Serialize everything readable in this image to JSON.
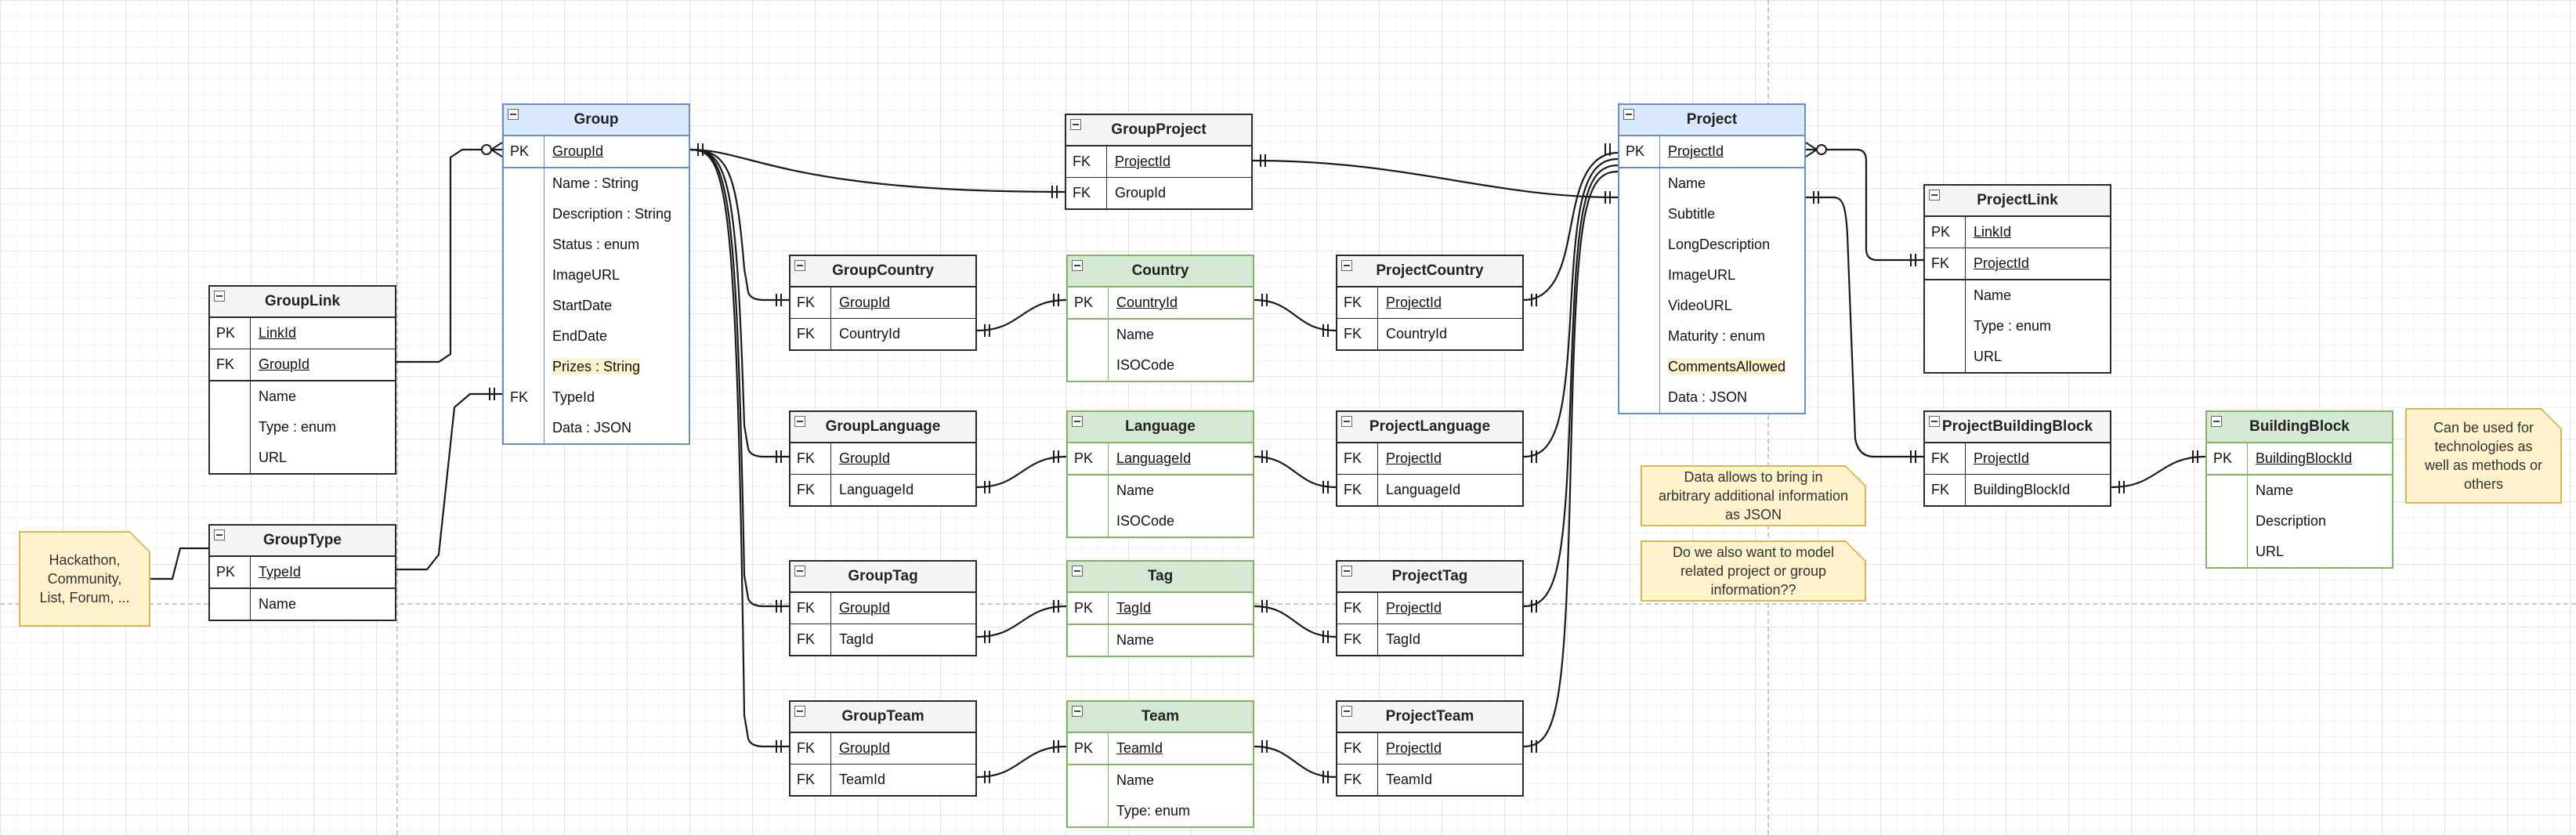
{
  "diagram": {
    "entities": {
      "group": {
        "title": "Group",
        "fields": [
          {
            "key": "PK",
            "name": "GroupId"
          },
          {
            "key": "",
            "name": "Name : String"
          },
          {
            "key": "",
            "name": "Description : String"
          },
          {
            "key": "",
            "name": "Status : enum"
          },
          {
            "key": "",
            "name": "ImageURL"
          },
          {
            "key": "",
            "name": "StartDate"
          },
          {
            "key": "",
            "name": "EndDate"
          },
          {
            "key": "",
            "name": "Prizes : String"
          },
          {
            "key": "FK",
            "name": "TypeId"
          },
          {
            "key": "",
            "name": "Data : JSON"
          }
        ]
      },
      "group_link": {
        "title": "GroupLink",
        "fields": [
          {
            "key": "PK",
            "name": "LinkId"
          },
          {
            "key": "FK",
            "name": "GroupId"
          },
          {
            "key": "",
            "name": "Name"
          },
          {
            "key": "",
            "name": "Type : enum"
          },
          {
            "key": "",
            "name": "URL"
          }
        ]
      },
      "group_type": {
        "title": "GroupType",
        "fields": [
          {
            "key": "PK",
            "name": "TypeId"
          },
          {
            "key": "",
            "name": "Name"
          }
        ]
      },
      "group_project": {
        "title": "GroupProject",
        "fields": [
          {
            "key": "FK",
            "name": "ProjectId"
          },
          {
            "key": "FK",
            "name": "GroupId"
          }
        ]
      },
      "group_country": {
        "title": "GroupCountry",
        "fields": [
          {
            "key": "FK",
            "name": "GroupId"
          },
          {
            "key": "FK",
            "name": "CountryId"
          }
        ]
      },
      "country": {
        "title": "Country",
        "fields": [
          {
            "key": "PK",
            "name": "CountryId"
          },
          {
            "key": "",
            "name": "Name"
          },
          {
            "key": "",
            "name": "ISOCode"
          }
        ]
      },
      "project_country": {
        "title": "ProjectCountry",
        "fields": [
          {
            "key": "FK",
            "name": "ProjectId"
          },
          {
            "key": "FK",
            "name": "CountryId"
          }
        ]
      },
      "group_language": {
        "title": "GroupLanguage",
        "fields": [
          {
            "key": "FK",
            "name": "GroupId"
          },
          {
            "key": "FK",
            "name": "LanguageId"
          }
        ]
      },
      "language": {
        "title": "Language",
        "fields": [
          {
            "key": "PK",
            "name": "LanguageId"
          },
          {
            "key": "",
            "name": "Name"
          },
          {
            "key": "",
            "name": "ISOCode"
          }
        ]
      },
      "project_language": {
        "title": "ProjectLanguage",
        "fields": [
          {
            "key": "FK",
            "name": "ProjectId"
          },
          {
            "key": "FK",
            "name": "LanguageId"
          }
        ]
      },
      "group_tag": {
        "title": "GroupTag",
        "fields": [
          {
            "key": "FK",
            "name": "GroupId"
          },
          {
            "key": "FK",
            "name": "TagId"
          }
        ]
      },
      "tag": {
        "title": "Tag",
        "fields": [
          {
            "key": "PK",
            "name": "TagId"
          },
          {
            "key": "",
            "name": "Name"
          }
        ]
      },
      "project_tag": {
        "title": "ProjectTag",
        "fields": [
          {
            "key": "FK",
            "name": "ProjectId"
          },
          {
            "key": "FK",
            "name": "TagId"
          }
        ]
      },
      "group_team": {
        "title": "GroupTeam",
        "fields": [
          {
            "key": "FK",
            "name": "GroupId"
          },
          {
            "key": "FK",
            "name": "TeamId"
          }
        ]
      },
      "team": {
        "title": "Team",
        "fields": [
          {
            "key": "PK",
            "name": "TeamId"
          },
          {
            "key": "",
            "name": "Name"
          },
          {
            "key": "",
            "name": "Type: enum"
          }
        ]
      },
      "project_team": {
        "title": "ProjectTeam",
        "fields": [
          {
            "key": "FK",
            "name": "ProjectId"
          },
          {
            "key": "FK",
            "name": "TeamId"
          }
        ]
      },
      "project": {
        "title": "Project",
        "fields": [
          {
            "key": "PK",
            "name": "ProjectId"
          },
          {
            "key": "",
            "name": "Name"
          },
          {
            "key": "",
            "name": "Subtitle"
          },
          {
            "key": "",
            "name": "LongDescription"
          },
          {
            "key": "",
            "name": "ImageURL"
          },
          {
            "key": "",
            "name": "VideoURL"
          },
          {
            "key": "",
            "name": "Maturity : enum"
          },
          {
            "key": "",
            "name": "CommentsAllowed"
          },
          {
            "key": "",
            "name": "Data : JSON"
          }
        ]
      },
      "project_link": {
        "title": "ProjectLink",
        "fields": [
          {
            "key": "PK",
            "name": "LinkId"
          },
          {
            "key": "FK",
            "name": "ProjectId"
          },
          {
            "key": "",
            "name": "Name"
          },
          {
            "key": "",
            "name": "Type : enum"
          },
          {
            "key": "",
            "name": "URL"
          }
        ]
      },
      "project_building_block": {
        "title": "ProjectBuildingBlock",
        "fields": [
          {
            "key": "FK",
            "name": "ProjectId"
          },
          {
            "key": "FK",
            "name": "BuildingBlockId"
          }
        ]
      },
      "building_block": {
        "title": "BuildingBlock",
        "fields": [
          {
            "key": "PK",
            "name": "BuildingBlockId"
          },
          {
            "key": "",
            "name": "Name"
          },
          {
            "key": "",
            "name": "Description"
          },
          {
            "key": "",
            "name": "URL"
          }
        ]
      }
    },
    "notes": {
      "group_type_examples": "Hackathon, Community, List, Forum, ...",
      "json_data": "Data allows to bring in arbitrary additional information as JSON",
      "related_info": "Do we also want to model related project or group information??",
      "building_block_usage": "Can be used for technologies as well as methods or others"
    },
    "colors": {
      "core_entity": "#dae8fc",
      "lookup_entity": "#d5e8d4",
      "association_entity": "#f5f5f5",
      "note": "#fff2cc",
      "highlight": "#fff2cc"
    }
  }
}
